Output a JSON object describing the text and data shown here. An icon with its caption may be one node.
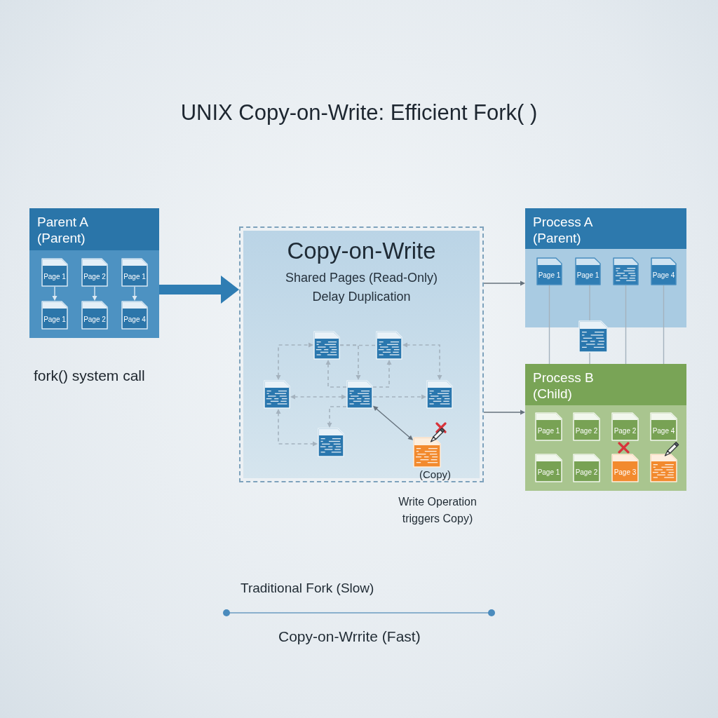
{
  "diagram": {
    "title": "UNIX Copy-on-Write: Efficient Fork( )",
    "nodes": [
      {
        "text": [
          "Parent A (Parent)"
        ]
      },
      {
        "text": [
          "Page 1"
        ],
        "in": 0
      },
      {
        "text": [
          "Page 2"
        ],
        "in": 0
      },
      {
        "text": [
          "Page 1"
        ],
        "in": 0
      },
      {
        "text": [
          "Page 1"
        ],
        "in": 0
      },
      {
        "text": [
          "Page 2"
        ],
        "in": 0
      },
      {
        "text": [
          "Page 4"
        ],
        "in": 0
      },
      {
        "text": [
          "Copy-on-Write",
          "Shared Pages (Read-Only)",
          "Delay Duplication"
        ]
      },
      {
        "text": [],
        "shape": "document",
        "in": 7
      },
      {
        "text": [],
        "shape": "document",
        "in": 7
      },
      {
        "text": [],
        "shape": "document",
        "in": 7
      },
      {
        "text": [],
        "shape": "document",
        "in": 7
      },
      {
        "text": [],
        "shape": "document",
        "in": 7
      },
      {
        "text": [],
        "shape": "document",
        "in": 7
      },
      {
        "text": [],
        "shape": "document",
        "in": 7,
        "beside": [
          "(Copy)"
        ]
      },
      {
        "text": [
          "Process A (Parent)"
        ]
      },
      {
        "text": [
          "Page 1"
        ],
        "in": 15
      },
      {
        "text": [
          "Page 1"
        ],
        "in": 15
      },
      {
        "text": [],
        "shape": "document",
        "in": 15
      },
      {
        "text": [
          "Page 4"
        ],
        "in": 15
      },
      {
        "text": [],
        "shape": "document"
      },
      {
        "text": [
          "Process B (Child)"
        ]
      },
      {
        "text": [
          "Page 1"
        ],
        "in": 21
      },
      {
        "text": [
          "Page 2"
        ],
        "in": 21
      },
      {
        "text": [
          "Page 2"
        ],
        "in": 21
      },
      {
        "text": [
          "Page 4"
        ],
        "in": 21
      },
      {
        "text": [
          "Page 1"
        ],
        "in": 21
      },
      {
        "text": [
          "Page 2"
        ],
        "in": 21
      },
      {
        "text": [
          "Page 3"
        ],
        "in": 21
      },
      {
        "text": [],
        "shape": "document",
        "in": 21
      }
    ],
    "edges": [
      {
        "from": 1,
        "to": 4,
        "arrow": "to",
        "color": "#dbe8f2"
      },
      {
        "from": 2,
        "to": 5,
        "arrow": "to",
        "color": "#dbe8f2"
      },
      {
        "from": 3,
        "to": 6,
        "arrow": "to",
        "color": "#dbe8f2"
      },
      {
        "from": 0,
        "to": 7,
        "arrow": "to",
        "style": "thick",
        "color": "#2f7db3"
      },
      {
        "from": 10,
        "to": 8,
        "arrow": "both",
        "style": "dashed"
      },
      {
        "from": 8,
        "to": 9,
        "arrow": "none",
        "style": "dashed"
      },
      {
        "from": 8,
        "to": 11,
        "arrow": "to",
        "style": "dashed"
      },
      {
        "from": 11,
        "to": 8,
        "arrow": "to",
        "style": "dashed"
      },
      {
        "from": 11,
        "to": 9,
        "arrow": "to",
        "style": "dashed"
      },
      {
        "from": 9,
        "to": 12,
        "arrow": "both",
        "style": "dashed"
      },
      {
        "from": 10,
        "to": 11,
        "arrow": "both",
        "style": "dashed"
      },
      {
        "from": 11,
        "to": 12,
        "arrow": "to",
        "style": "dashed"
      },
      {
        "from": 11,
        "to": 13,
        "arrow": "to",
        "style": "dashed"
      },
      {
        "from": 10,
        "to": 13,
        "arrow": "both",
        "style": "dashed"
      },
      {
        "from": 11,
        "to": 14,
        "arrow": "both",
        "color": "#66727d"
      },
      {
        "from": 7,
        "to": 15,
        "arrow": "to",
        "color": "#66727d"
      },
      {
        "from": 7,
        "to": 21,
        "arrow": "to",
        "color": "#66727d"
      },
      {
        "from": 16,
        "to": 21,
        "arrow": "none"
      },
      {
        "from": 17,
        "to": 20,
        "arrow": "none"
      },
      {
        "from": 20,
        "to": 21,
        "arrow": "none"
      },
      {
        "from": 18,
        "to": 21,
        "arrow": "none"
      },
      {
        "from": 19,
        "to": 21,
        "arrow": "none"
      }
    ],
    "labels": [
      "fork() system call",
      "Write Operation triggers Copy)",
      "Traditional Fork (Slow)",
      "Copy-on-Wrrite (Fast)"
    ]
  }
}
